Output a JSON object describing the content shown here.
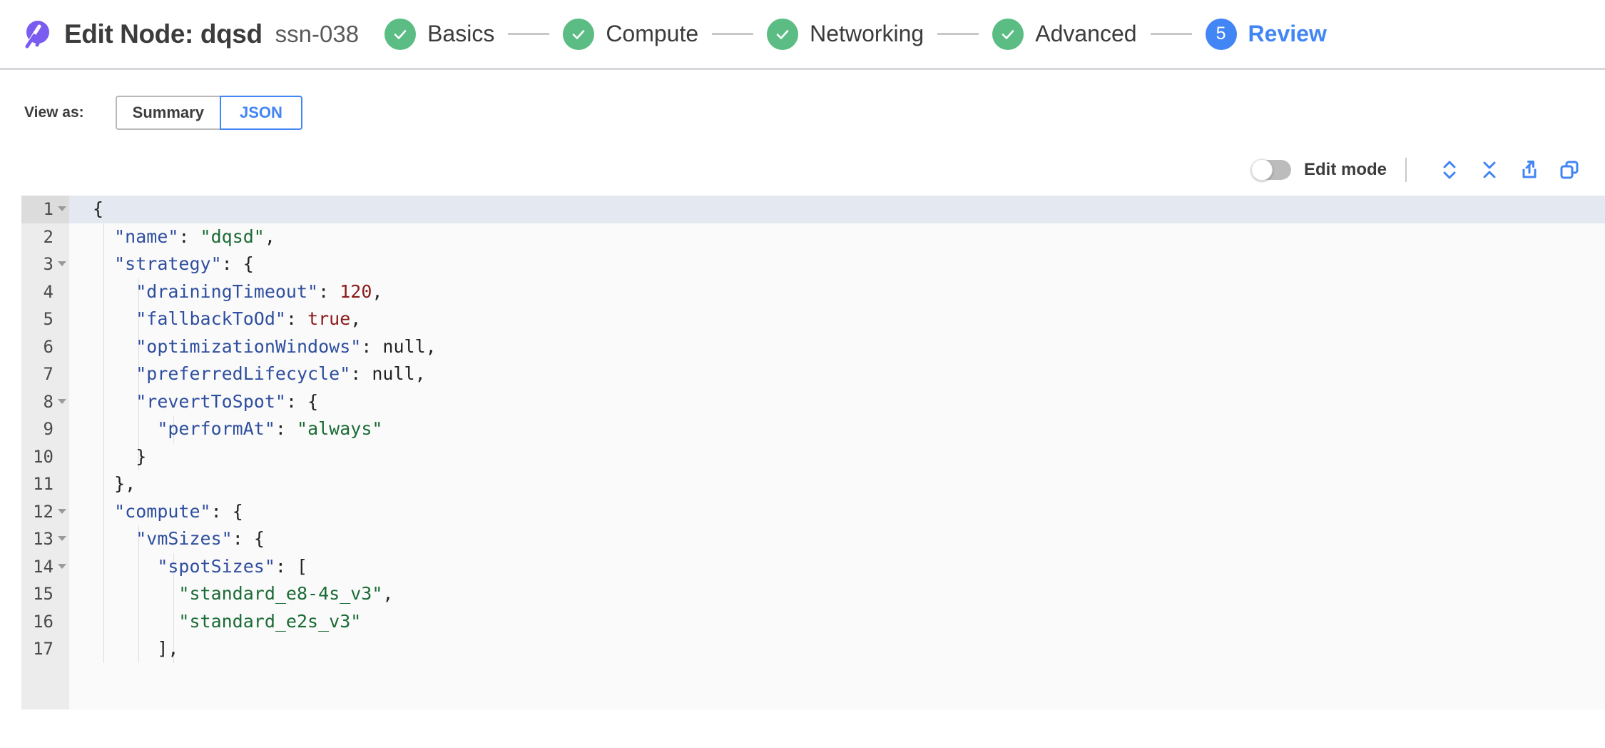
{
  "header": {
    "logo_icon": "spot-comet-logo",
    "title": "Edit Node: dqsd",
    "subtitle": "ssn-038",
    "accent_blue": "#4285f4",
    "accent_green": "#5bbd83",
    "accent_purple": "#7b5cf0"
  },
  "stepper": {
    "steps": [
      {
        "label": "Basics",
        "state": "done",
        "badge": "✓"
      },
      {
        "label": "Compute",
        "state": "done",
        "badge": "✓"
      },
      {
        "label": "Networking",
        "state": "done",
        "badge": "✓"
      },
      {
        "label": "Advanced",
        "state": "done",
        "badge": "✓"
      },
      {
        "label": "Review",
        "state": "active",
        "badge": "5"
      }
    ]
  },
  "view_as": {
    "label": "View as:",
    "options": [
      {
        "label": "Summary",
        "selected": false
      },
      {
        "label": "JSON",
        "selected": true
      }
    ]
  },
  "editor_toolbar": {
    "edit_mode_label": "Edit mode",
    "edit_mode_on": false,
    "icons": [
      {
        "name": "expand-all-icon"
      },
      {
        "name": "collapse-all-icon"
      },
      {
        "name": "export-icon"
      },
      {
        "name": "copy-icon"
      }
    ]
  },
  "json_editor": {
    "active_line": 1,
    "lines": [
      {
        "num": 1,
        "fold": true,
        "indent": 0,
        "text": "{"
      },
      {
        "num": 2,
        "fold": false,
        "indent": 1,
        "text": "\"name\": \"dqsd\","
      },
      {
        "num": 3,
        "fold": true,
        "indent": 1,
        "text": "\"strategy\": {"
      },
      {
        "num": 4,
        "fold": false,
        "indent": 2,
        "text": "\"drainingTimeout\": 120,"
      },
      {
        "num": 5,
        "fold": false,
        "indent": 2,
        "text": "\"fallbackToOd\": true,"
      },
      {
        "num": 6,
        "fold": false,
        "indent": 2,
        "text": "\"optimizationWindows\": null,"
      },
      {
        "num": 7,
        "fold": false,
        "indent": 2,
        "text": "\"preferredLifecycle\": null,"
      },
      {
        "num": 8,
        "fold": true,
        "indent": 2,
        "text": "\"revertToSpot\": {"
      },
      {
        "num": 9,
        "fold": false,
        "indent": 3,
        "text": "\"performAt\": \"always\""
      },
      {
        "num": 10,
        "fold": false,
        "indent": 2,
        "text": "}"
      },
      {
        "num": 11,
        "fold": false,
        "indent": 1,
        "text": "},"
      },
      {
        "num": 12,
        "fold": true,
        "indent": 1,
        "text": "\"compute\": {"
      },
      {
        "num": 13,
        "fold": true,
        "indent": 2,
        "text": "\"vmSizes\": {"
      },
      {
        "num": 14,
        "fold": true,
        "indent": 3,
        "text": "\"spotSizes\": ["
      },
      {
        "num": 15,
        "fold": false,
        "indent": 4,
        "text": "\"standard_e8-4s_v3\","
      },
      {
        "num": 16,
        "fold": false,
        "indent": 4,
        "text": "\"standard_e2s_v3\""
      },
      {
        "num": 17,
        "fold": false,
        "indent": 3,
        "text": "],"
      }
    ],
    "colors": {
      "key": "#2f4f9e",
      "string": "#1a6b35",
      "number": "#8b1a1a",
      "punctuation": "#222222",
      "gutter_bg": "#ececec",
      "code_bg": "#fafafa",
      "active_line_bg": "#e3e8f1"
    }
  }
}
